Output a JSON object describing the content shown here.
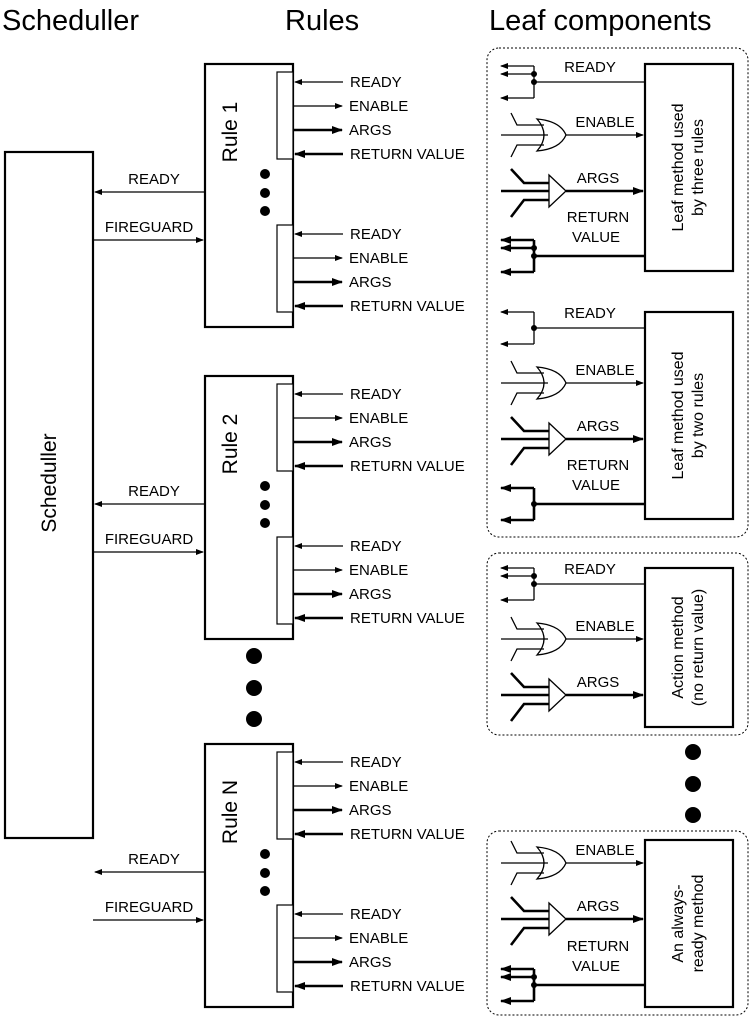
{
  "headers": {
    "scheduler": "Scheduller",
    "rules": "Rules",
    "leaf": "Leaf components"
  },
  "scheduler": {
    "label": "Scheduller"
  },
  "signals": {
    "ready": "READY",
    "fireguard": "FIREGUARD",
    "enable": "ENABLE",
    "args": "ARGS",
    "return_value": "RETURN VALUE",
    "return_line1": "RETURN",
    "return_line2": "VALUE"
  },
  "rules": [
    {
      "label": "Rule 1"
    },
    {
      "label": "Rule 2"
    },
    {
      "label": "Rule N"
    }
  ],
  "leaf_components": [
    {
      "line1": "Leaf method used",
      "line2": "by three rules",
      "fanout": 3,
      "has_ready": true,
      "has_return": true
    },
    {
      "line1": "Leaf method used",
      "line2": "by two rules",
      "fanout": 2,
      "has_ready": true,
      "has_return": true
    },
    {
      "line1": "Action method",
      "line2": "(no return value)",
      "fanout": 3,
      "has_ready": true,
      "has_return": false
    },
    {
      "line1": "An always-",
      "line2": "ready method",
      "fanout": 3,
      "has_ready": false,
      "has_return": true
    }
  ],
  "ellipsis_icon": "vertical-ellipsis"
}
